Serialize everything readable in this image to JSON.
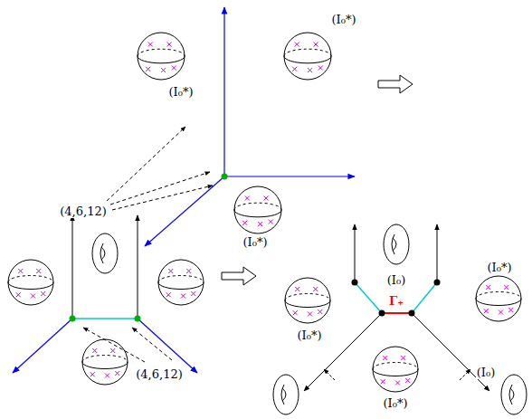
{
  "diagram": {
    "labels": [
      "(I₀*)",
      "(I₀*)",
      "(4,6,12)",
      "(I₀*)",
      "(4,6,12)",
      "(I₀*)",
      "(I₀)",
      "(I₀*)",
      "Γ₊",
      "(I₀*)",
      "(I₀)"
    ]
  }
}
